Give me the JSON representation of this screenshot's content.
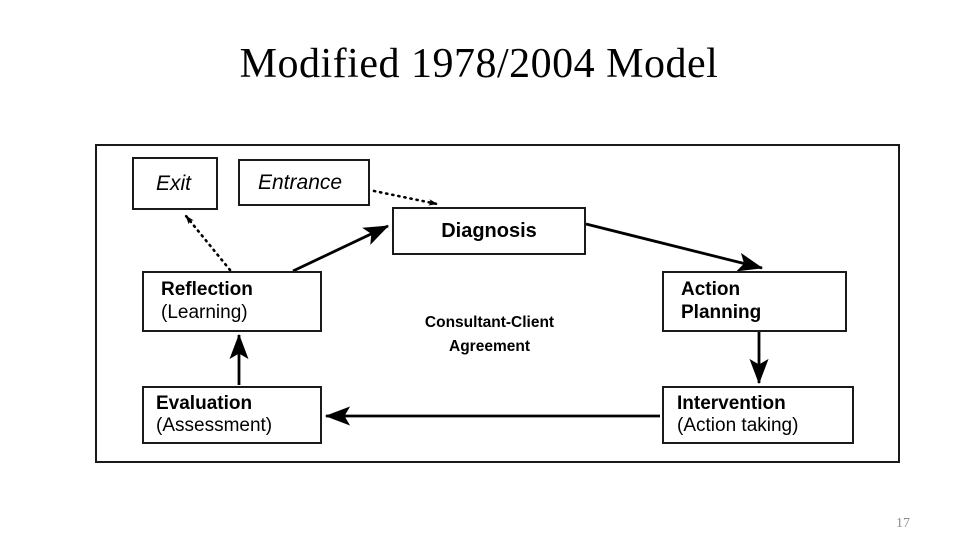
{
  "slide": {
    "title": "Modified 1978/2004 Model",
    "page_number": "17",
    "page_number_color": "#8d8d8d",
    "ink_color": "#1a1a1a",
    "background_color": "#ffffff"
  },
  "diagram": {
    "frame": {
      "label": "model-frame"
    },
    "nodes": [
      {
        "id": "exit",
        "line_1": "Exit",
        "line_2": ""
      },
      {
        "id": "entrance",
        "line_1": "Entrance",
        "line_2": ""
      },
      {
        "id": "diagnosis",
        "line_1": "Diagnosis",
        "line_2": ""
      },
      {
        "id": "reflection",
        "line_1": "Reflection",
        "line_2": "(Learning)"
      },
      {
        "id": "action_planning",
        "line_1": "Action",
        "line_2": "Planning"
      },
      {
        "id": "evaluation",
        "line_1": "Evaluation",
        "line_2": "(Assessment)"
      },
      {
        "id": "intervention",
        "line_1": "Intervention",
        "line_2": "(Action taking)"
      }
    ],
    "center_label": {
      "line_1": "Consultant-Client",
      "line_2": "Agreement"
    },
    "connectors": [
      {
        "from": "reflection",
        "to": "exit",
        "style": "dotted"
      },
      {
        "from": "entrance",
        "to": "diagnosis",
        "style": "dotted"
      },
      {
        "from": "reflection",
        "to": "diagnosis",
        "style": "solid"
      },
      {
        "from": "diagnosis",
        "to": "action_planning",
        "style": "solid"
      },
      {
        "from": "action_planning",
        "to": "intervention",
        "style": "solid"
      },
      {
        "from": "intervention",
        "to": "evaluation",
        "style": "solid"
      },
      {
        "from": "evaluation",
        "to": "reflection",
        "style": "solid"
      }
    ]
  }
}
